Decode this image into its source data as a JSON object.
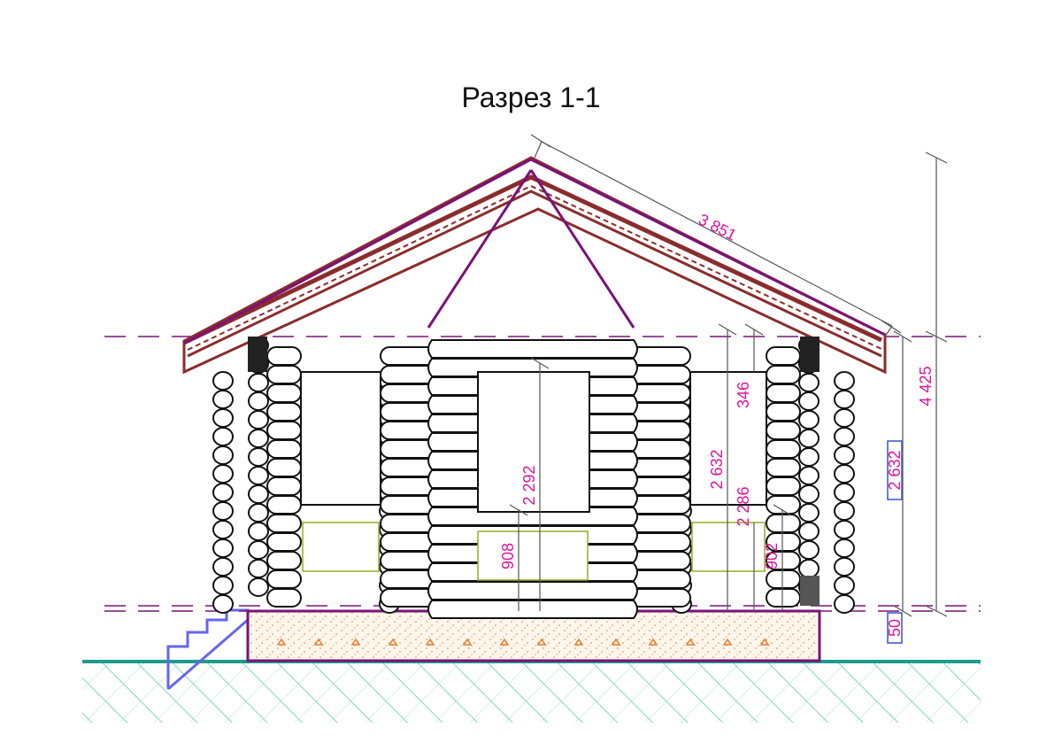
{
  "title": "Разрез 1-1",
  "dimensions": {
    "roof_slope": "3 851",
    "total_height": "4 425",
    "wall_height_boxed": "2 632",
    "wall_height": "2 632",
    "top_gap": "346",
    "door_height": "2 292",
    "window_height": "2 286",
    "sill_left": "908",
    "sill_right": "902",
    "plinth": "50"
  },
  "colors": {
    "dimension_text": "#e0139c",
    "roof": "#8b2c2c",
    "outline": "#7a1278",
    "ground": "#1f9a8c",
    "hatch": "#7fd4c7",
    "stairs": "#6666ee",
    "foundation_fill": "#fdf6ec",
    "foundation_dots": "#e87b2a",
    "box": "#3355cc"
  }
}
